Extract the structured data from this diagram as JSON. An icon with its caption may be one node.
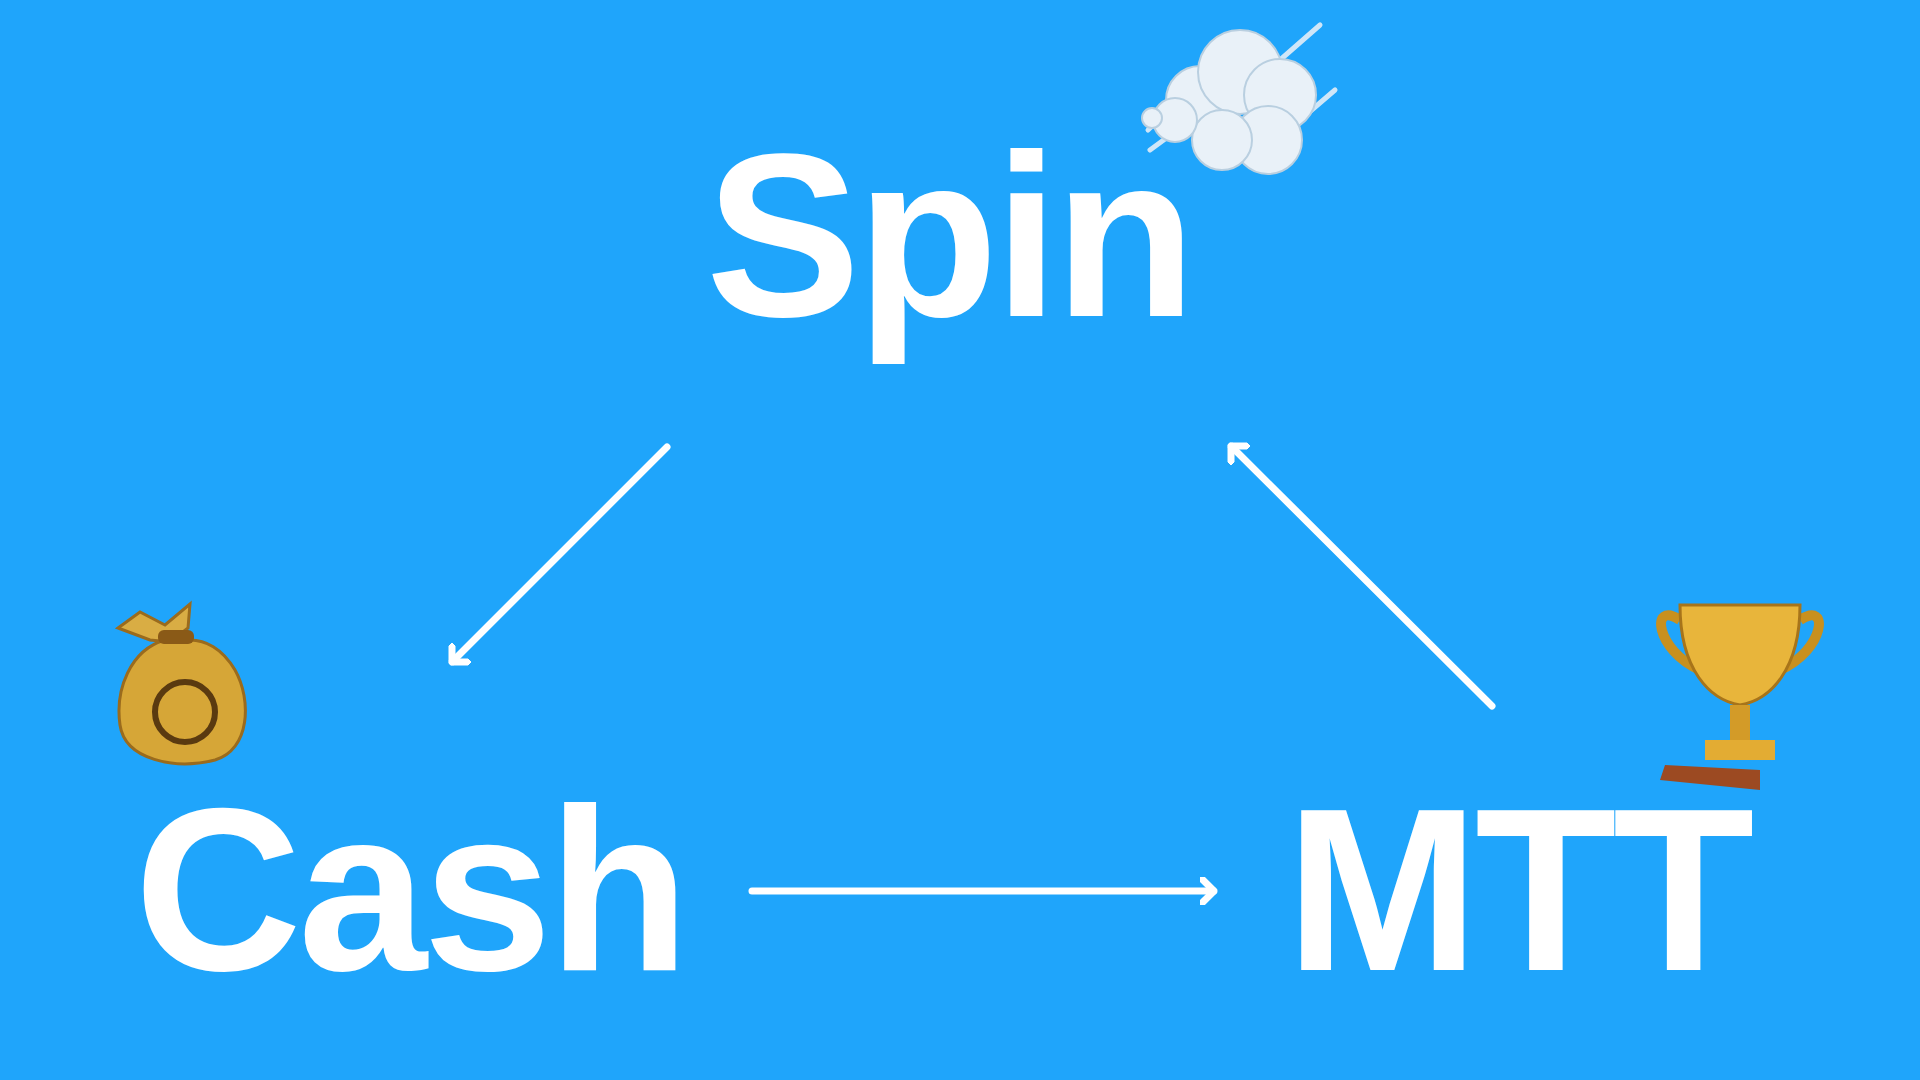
{
  "diagram": {
    "nodes": [
      {
        "text": [
          "Spin"
        ]
      },
      {
        "text": [
          "Cash"
        ]
      },
      {
        "text": [
          "MTT"
        ]
      }
    ],
    "edges": [
      {
        "from": 0,
        "to": 1,
        "arrow": "to"
      },
      {
        "from": 1,
        "to": 2,
        "arrow": "to"
      },
      {
        "from": 2,
        "to": 0,
        "arrow": "to"
      }
    ]
  }
}
